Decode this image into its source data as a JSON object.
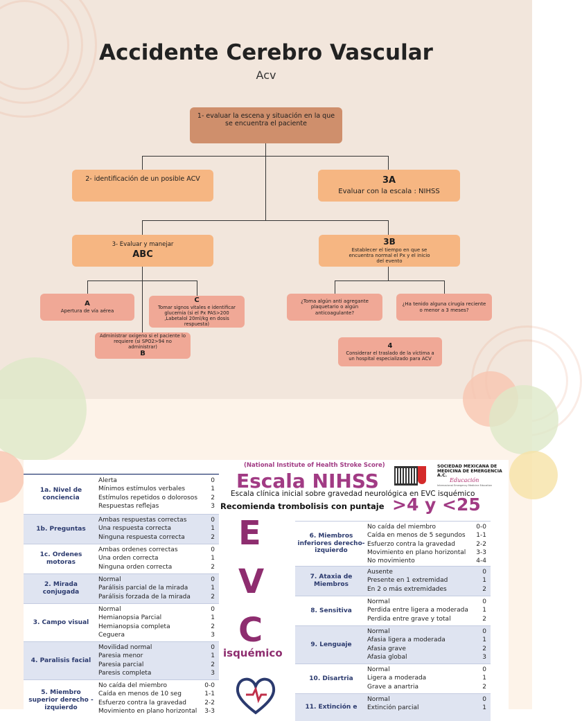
{
  "page": {
    "title": "Accidente Cerebro Vascular",
    "subtitle": "Acv"
  },
  "flow": {
    "step1": "1- evaluar la escena y situación en la que se encuentra el paciente",
    "step2": "2- identificación de un posible ACV",
    "step3a_title": "3A",
    "step3a_text": "Evaluar con la escala : NIHSS",
    "step3_text": "3- Evaluar y manejar",
    "step3_abc": "ABC",
    "step3b_title": "3B",
    "step3b_text": "Establecer el tiempo en que se encuentra normal el Px y el inicio del evento",
    "a_title": "A",
    "a_text": "Apertura de vía aérea",
    "b_text": "Administrar oxigeno si el paciente lo requiere (si SPO2>94 no administrar)",
    "b_title": "B",
    "c_title": "C",
    "c_text": "Tomar signos vitales e identificar glucemia (si el Px PAS>200 ,Labetalol 20ml/kg en dosis respuesta)",
    "q1": "¿Toma algún anti agregante plaquetario o algún anticoagulante?",
    "q2": "¿Ha tenido alguna cirugía reciente o menor a 3 meses?",
    "s4_title": "4",
    "s4_text": "Considerar el traslado de la víctima a un hospital especializado para ACV"
  },
  "nihss": {
    "header_small": "(National Institute of Health Stroke Score)",
    "title": "Escala NIHSS",
    "org": "SOCIEDAD MEXICANA DE MEDICINA DE EMERGENCIA A.C.",
    "org_script": "Educación",
    "org_small": "Internacional Emergency Medicine Education",
    "subtitle": "Escala clínica inicial sobre gravedad neurológica en EVC isquémico",
    "recommend": "Recomienda trombolisis con puntaje",
    "range": ">4 y <25",
    "letters": [
      "E",
      "V",
      "C"
    ],
    "isq": "isquémico",
    "left_items": [
      {
        "label": "1a. Nivel de conciencia",
        "rows": [
          [
            "Alerta",
            "0"
          ],
          [
            "Mínimos estímulos verbales",
            "1"
          ],
          [
            "Estímulos repetidos o dolorosos",
            "2"
          ],
          [
            "Respuestas reflejas",
            "3"
          ]
        ]
      },
      {
        "label": "1b. Preguntas",
        "rows": [
          [
            "Ambas respuestas correctas",
            "0"
          ],
          [
            "Una respuesta correcta",
            "1"
          ],
          [
            "Ninguna respuesta correcta",
            "2"
          ]
        ]
      },
      {
        "label": "1c. Ordenes motoras",
        "rows": [
          [
            "Ambas ordenes correctas",
            "0"
          ],
          [
            "Una orden correcta",
            "1"
          ],
          [
            "Ninguna orden correcta",
            "2"
          ]
        ]
      },
      {
        "label": "2. Mirada conjugada",
        "rows": [
          [
            "Normal",
            "0"
          ],
          [
            "Parálisis parcial de la mirada",
            "1"
          ],
          [
            "Parálisis forzada de la mirada",
            "2"
          ]
        ]
      },
      {
        "label": "3. Campo visual",
        "rows": [
          [
            "Normal",
            "0"
          ],
          [
            "Hemianopsia Parcial",
            "1"
          ],
          [
            "Hemianopsia completa",
            "2"
          ],
          [
            "Ceguera",
            "3"
          ]
        ]
      },
      {
        "label": "4. Paralisis facial",
        "rows": [
          [
            "Movilidad normal",
            "0"
          ],
          [
            "Paresia menor",
            "1"
          ],
          [
            "Paresia parcial",
            "2"
          ],
          [
            "Paresis completa",
            "3"
          ]
        ]
      },
      {
        "label": "5. Miembro superior derecho - izquierdo",
        "rows": [
          [
            "No caída del miembro",
            "0-0"
          ],
          [
            "Caída en menos de 10 seg",
            "1-1"
          ],
          [
            "Esfuerzo contra la gravedad",
            "2-2"
          ],
          [
            "Movimiento en plano horizontal",
            "3-3"
          ]
        ]
      }
    ],
    "right_items": [
      {
        "label": "6. Miembros inferiores derecho-izquierdo",
        "rows": [
          [
            "No caída del miembro",
            "0-0"
          ],
          [
            "Caída en menos de 5 segundos",
            "1-1"
          ],
          [
            "Esfuerzo contra la gravedad",
            "2-2"
          ],
          [
            "Movimiento en plano horizontal",
            "3-3"
          ],
          [
            "No movimiento",
            "4-4"
          ]
        ]
      },
      {
        "label": "7. Ataxia de Miembros",
        "rows": [
          [
            "Ausente",
            "0"
          ],
          [
            "Presente en 1 extremidad",
            "1"
          ],
          [
            "En 2 o más extremidades",
            "2"
          ]
        ]
      },
      {
        "label": "8. Sensitiva",
        "rows": [
          [
            "Normal",
            "0"
          ],
          [
            "Perdida entre ligera a moderada",
            "1"
          ],
          [
            "Perdida entre grave y total",
            "2"
          ]
        ]
      },
      {
        "label": "9. Lenguaje",
        "rows": [
          [
            "Normal",
            "0"
          ],
          [
            "Afasia ligera a moderada",
            "1"
          ],
          [
            "Afasia grave",
            "2"
          ],
          [
            "Afasia global",
            "3"
          ]
        ]
      },
      {
        "label": "10. Disartria",
        "rows": [
          [
            "Normal",
            "0"
          ],
          [
            "Ligera a moderada",
            "1"
          ],
          [
            "Grave a anartria",
            "2"
          ]
        ]
      },
      {
        "label": "11. Extinción e",
        "rows": [
          [
            "Normal",
            "0"
          ],
          [
            "Extinción parcial",
            "1"
          ]
        ]
      }
    ]
  }
}
